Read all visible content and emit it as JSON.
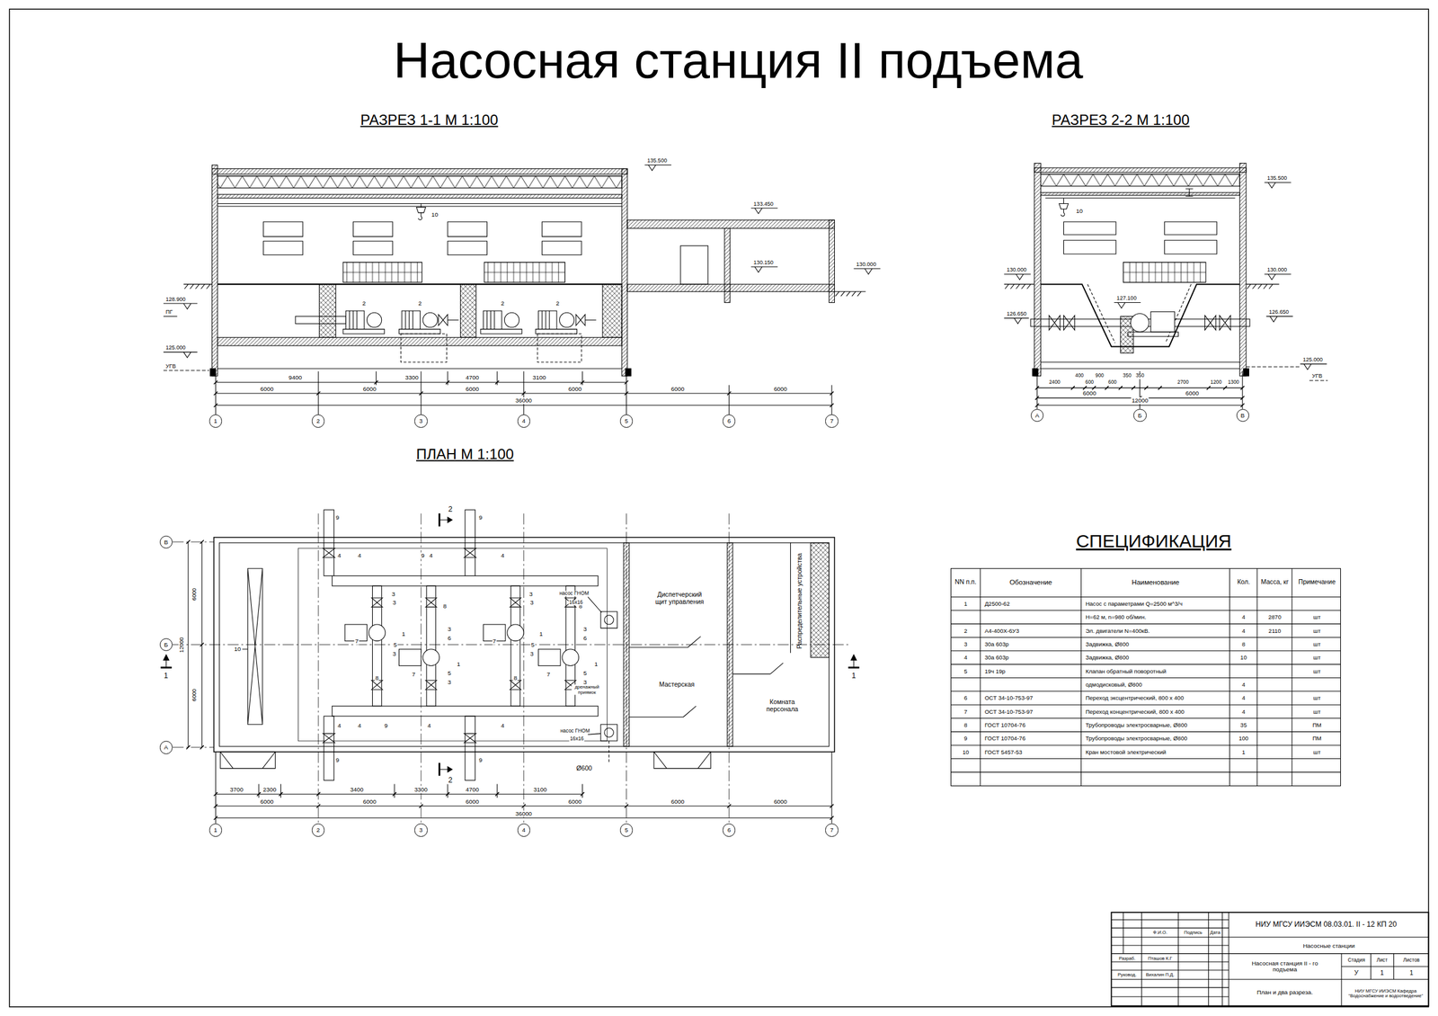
{
  "diagram": {
    "title": "Насосная станция II подъема",
    "nodes": [
      {
        "text": [
          "1"
        ]
      },
      {
        "text": [
          "2"
        ]
      },
      {
        "text": [
          "3"
        ]
      },
      {
        "text": [
          "4"
        ]
      },
      {
        "text": [
          "5"
        ]
      },
      {
        "text": [
          "6"
        ]
      },
      {
        "text": [
          "7"
        ]
      },
      {
        "text": [
          "А"
        ]
      },
      {
        "text": [
          "Б"
        ]
      },
      {
        "text": [
          "В"
        ]
      },
      {
        "text": [
          "В"
        ]
      },
      {
        "text": [
          "Б"
        ]
      },
      {
        "text": [
          "А"
        ]
      },
      {
        "text": [
          "Диспетчерский щит управления"
        ]
      },
      {
        "text": [
          "Распределительные устройства"
        ]
      },
      {
        "text": [
          "Мастерская"
        ]
      },
      {
        "text": [
          "Комната персонала"
        ]
      },
      {
        "text": [
          "1"
        ]
      },
      {
        "text": [
          "2"
        ]
      },
      {
        "text": [
          "3"
        ]
      },
      {
        "text": [
          "4"
        ]
      },
      {
        "text": [
          "5"
        ]
      },
      {
        "text": [
          "6"
        ]
      },
      {
        "text": [
          "7"
        ]
      }
    ],
    "labels": [
      "РАЗРЕЗ 1-1 М 1:100",
      "135.500",
      "10",
      "133.450",
      "130.150",
      "130.000",
      "128.900",
      "ПГ",
      "2",
      "2",
      "2",
      "2",
      "125.000",
      "УГВ",
      "9400",
      "3300",
      "4700",
      "3100",
      "6000",
      "6000",
      "6000",
      "6000",
      "6000",
      "6000",
      "36000",
      "РАЗРЕЗ 2-2 М 1:100",
      "135.500",
      "10",
      "130.000",
      "130.000",
      "127.100",
      "126.650",
      "126.650",
      "125.000",
      "УГВ",
      "2400",
      "400",
      "600",
      "900",
      "600",
      "350",
      "350",
      "2700",
      "1200",
      "1300",
      "6000",
      "6000",
      "12000",
      "ПЛАН М 1:100",
      "6000",
      "12000",
      "6000",
      "2",
      "2",
      "1",
      "1",
      "10",
      "9",
      "9",
      "4",
      "4",
      "9",
      "4",
      "4",
      "3",
      "3",
      "1",
      "7",
      "5",
      "3",
      "8",
      "8",
      "3",
      "6",
      "7",
      "5",
      "3",
      "1",
      "3",
      "3",
      "1",
      "7",
      "5",
      "3",
      "8",
      "8",
      "3",
      "6",
      "7",
      "5",
      "3",
      "1",
      "насос ГНОМ",
      "16x16",
      "дренажный приямок",
      "4",
      "4",
      "9",
      "4",
      "4",
      "насос ГНОМ",
      "16x16",
      "9",
      "9",
      "Ø600",
      "3700",
      "2300",
      "3400",
      "3300",
      "4700",
      "3100",
      "6000",
      "6000",
      "6000",
      "6000",
      "6000",
      "6000",
      "36000",
      "СПЕЦИФИКАЦИЯ",
      "NN п.п.",
      "Обозначение",
      "Наименование",
      "Кол.",
      "Масса, кг",
      "Примечание",
      "1",
      "Д2500-62",
      "Насос с параметрами Q=2500 м^3/ч",
      "Н=62 м, n=980 об/мин.",
      "4",
      "2870",
      "шт",
      "2",
      "А4-400Х-6У3",
      "Эл. двигатели N=400кВ.",
      "4",
      "2110",
      "шт",
      "3",
      "30а 603р",
      "Задвижка, Ø800",
      "8",
      "шт",
      "4",
      "30а 603р",
      "Задвижка, Ø800",
      "10",
      "шт",
      "5",
      "19ч 19р",
      "Клапан обратный поворотный",
      "шт",
      "одмодисковый, Ø800",
      "4",
      "6",
      "ОСТ 34-10-753-97",
      "Переход эксцентрический, 800 x 400",
      "4",
      "шт",
      "7",
      "ОСТ 34-10-753-97",
      "Переход концентрический, 800 x 400",
      "4",
      "шт",
      "8",
      "ГОСТ 10704-76",
      "Трубопроводы электросварные, Ø800",
      "35",
      "ПМ",
      "9",
      "ГОСТ 10704-76",
      "Трубопроводы электросварные, Ø800",
      "100",
      "ПМ",
      "10",
      "ГОСТ 5457-53",
      "Кран мостовой электрический",
      "1",
      "шт",
      "НИУ МГСУ ИИЭСМ 08.03.01. II - 12 КП 20",
      "Ф.И.О.",
      "Подпись",
      "Дата",
      "Насосные станции",
      "Разраб.",
      "Пташов К.Г",
      "Насосная станция II - го подъема",
      "Стадия",
      "Лист",
      "Листов",
      "У",
      "1",
      "1",
      "Руковод.",
      "Вихалин П.Д.",
      "План и два разреза.",
      "НИУ МГСУ ИИЭСМ Кафедра \"Водоснабжение и водоотведение\""
    ]
  }
}
